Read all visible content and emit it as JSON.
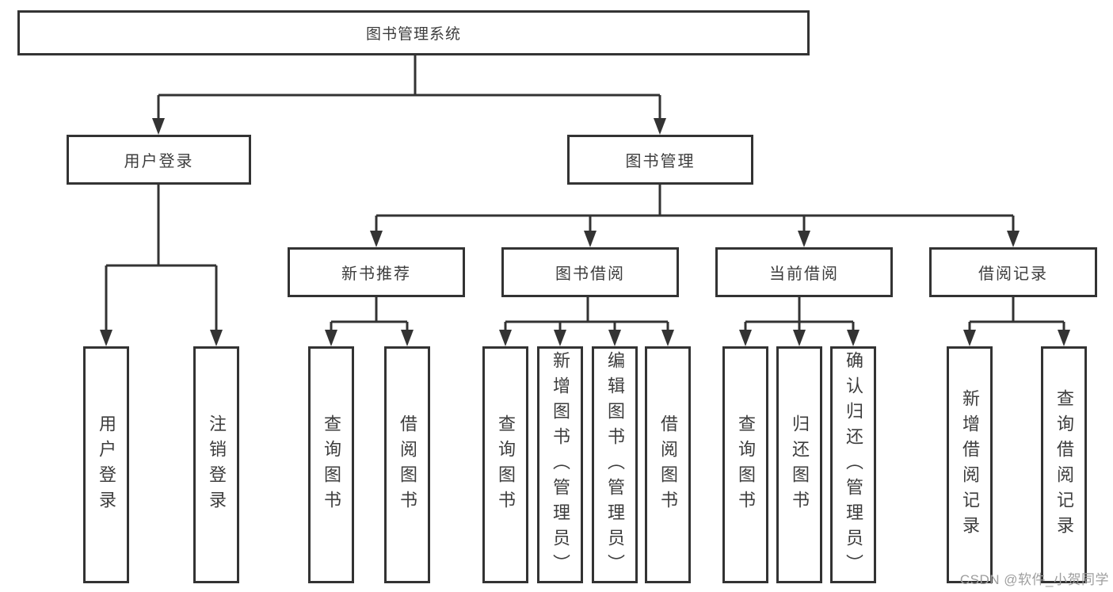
{
  "diagram": {
    "title": "图书管理系统",
    "branches": {
      "user_login": {
        "label": "用户登录",
        "children": [
          "用户登录",
          "注销登录"
        ]
      },
      "book_management": {
        "label": "图书管理",
        "modules": [
          {
            "label": "新书推荐",
            "children": [
              "查询图书",
              "借阅图书"
            ]
          },
          {
            "label": "图书借阅",
            "children": [
              "查询图书",
              "新增图书（管理员）",
              "编辑图书（管理员）",
              "借阅图书"
            ]
          },
          {
            "label": "当前借阅",
            "children": [
              "查询图书",
              "归还图书",
              "确认归还（管理员）"
            ]
          },
          {
            "label": "借阅记录",
            "children": [
              "新增借阅记录",
              "查询借阅记录"
            ]
          }
        ]
      }
    }
  },
  "watermark": {
    "text": "CSDN @软件_小贺同学",
    "color": "#9e9e9e"
  },
  "colors": {
    "background": "#ffffff",
    "line": "#333333",
    "box_border": "#333333",
    "text": "#3d3d3d"
  }
}
